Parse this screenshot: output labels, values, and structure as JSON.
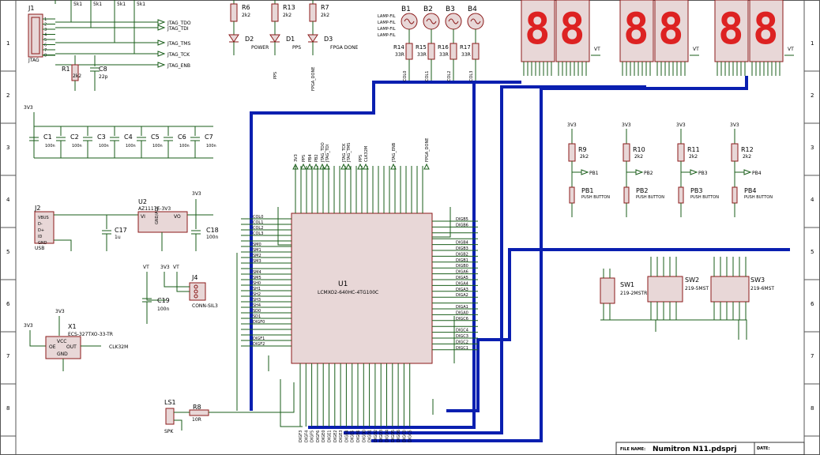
{
  "border": {
    "rows": [
      "1",
      "2",
      "3",
      "4",
      "5",
      "6",
      "7",
      "8"
    ]
  },
  "jtag": {
    "ref": "J1",
    "name": "JTAG",
    "nets": [
      "JTAG_TDO",
      "JTAG_TDI",
      "JTAG_TMS",
      "JTAG_TCK",
      "JTAG_ENB"
    ],
    "resistors": [
      {
        "ref": "5k1",
        "val": ""
      },
      {
        "ref": "5k1",
        "val": ""
      },
      {
        "ref": "5k1",
        "val": ""
      },
      {
        "ref": "5k1",
        "val": ""
      }
    ],
    "r1": {
      "ref": "R1",
      "val": "2k2"
    },
    "c8": {
      "ref": "C8",
      "val": "22p"
    },
    "pins": [
      "1",
      "2",
      "3",
      "4",
      "5",
      "6",
      "7",
      "8"
    ]
  },
  "leds": [
    {
      "r": "R6",
      "rv": "2k2",
      "d": "D2",
      "dn": "POWER"
    },
    {
      "r": "R13",
      "rv": "2k2",
      "d": "D1",
      "dn": "PPS"
    },
    {
      "r": "R7",
      "rv": "2k2",
      "d": "D3",
      "dn": "FPGA DONE"
    }
  ],
  "led_nets": {
    "pps": "PPS",
    "fpga_done": "FPGA_DONE"
  },
  "lamps": {
    "label": "LAMP-FIL",
    "bulbs": [
      "B1",
      "B2",
      "B3",
      "B4"
    ],
    "res": [
      {
        "ref": "R14",
        "val": "33R",
        "net": "COL0"
      },
      {
        "ref": "R15",
        "val": "33R",
        "net": "COL1"
      },
      {
        "ref": "R16",
        "val": "33R",
        "net": "COL2"
      },
      {
        "ref": "R17",
        "val": "33R",
        "net": "COL3"
      }
    ]
  },
  "display": {
    "digits": [
      "88",
      "88",
      "88"
    ],
    "vt": "VT"
  },
  "caps": {
    "rail": "3V3",
    "items": [
      {
        "ref": "C1",
        "val": "100n"
      },
      {
        "ref": "C2",
        "val": "100n"
      },
      {
        "ref": "C3",
        "val": "100n"
      },
      {
        "ref": "C4",
        "val": "100n"
      },
      {
        "ref": "C5",
        "val": "100n"
      },
      {
        "ref": "C6",
        "val": "100n"
      },
      {
        "ref": "C7",
        "val": "100n"
      }
    ]
  },
  "usb": {
    "ref": "J2",
    "name": "USB",
    "pins": [
      "VBUS",
      "D-",
      "D+",
      "ID",
      "GND"
    ]
  },
  "reg": {
    "ref": "U2",
    "part": "AZ1117E-3V3",
    "vi": "VI",
    "vo": "VO",
    "gnd": "GND/ADJ"
  },
  "reg_caps": {
    "c17": {
      "ref": "C17",
      "val": "1u"
    },
    "c18": {
      "ref": "C18",
      "val": "100n"
    },
    "rail": "3V3"
  },
  "conn": {
    "ref": "J4",
    "name": "CONN-SIL3",
    "c19": {
      "ref": "C19",
      "val": "100n"
    },
    "vt": "VT",
    "v3": "3V3"
  },
  "osc": {
    "ref": "X1",
    "part": "ECS-327TXO-33-TR",
    "vcc": "VCC",
    "oe": "OE",
    "out": "OUT",
    "gnd": "GND",
    "net": "CLK32M",
    "rail": "3V3"
  },
  "spk": {
    "ref": "LS1",
    "name": "SPK",
    "r": "R8",
    "rv": "10R"
  },
  "fpga": {
    "ref": "U1",
    "part": "LCMXO2-640HC-4TG100C",
    "left": [
      "COL0",
      "COL1",
      "COL2",
      "COL3",
      "",
      "SM0",
      "SM1",
      "SM2",
      "SM3",
      "",
      "SM4",
      "SM5",
      "SH0",
      "SH1",
      "SH2",
      "SH3",
      "SH4",
      "SD0",
      "SD1",
      "DIGF0",
      "",
      "",
      "DIGF1",
      "DIGF2"
    ],
    "right": [
      "DIGB5",
      "DIGB6",
      "",
      "",
      "DIGB4",
      "DIGB3",
      "DIGB2",
      "DIGB1",
      "DIGB0",
      "DIGA6",
      "DIGA5",
      "DIGA4",
      "DIGA3",
      "DIGA2",
      "",
      "DIGA1",
      "DIGA0",
      "DIGC6",
      "",
      "DIGC4",
      "DIGC3",
      "DIGC2",
      "DIGC1"
    ],
    "top": [
      "3V3",
      "PPS",
      "PB4",
      "PB2",
      "JTAG_TDO",
      "JTAG_TDI",
      "JTAG_TCK",
      "JTAG_TMS",
      "PPS",
      "CLK32M",
      "JTAG_ENB",
      "FPGA_DONE"
    ],
    "bottom": [
      "DIGF3",
      "DIGF4",
      "DIGF5",
      "DIGF6",
      "DIGE0",
      "DIGE1",
      "DIGE2",
      "DIGE3",
      "DIGE4",
      "DIGE5",
      "DIGE6",
      "DIGD0",
      "DIGD1",
      "DIGD2",
      "DIGD3",
      "DIGD4",
      "DIGD5",
      "DIGD6",
      "DIGC0",
      "DIGC5"
    ]
  },
  "buttons": [
    {
      "r": "R9",
      "rv": "2k2",
      "net": "PB1",
      "ref": "PB1",
      "name": "PUSH BUTTON"
    },
    {
      "r": "R10",
      "rv": "2k2",
      "net": "PB2",
      "ref": "PB2",
      "name": "PUSH BUTTON"
    },
    {
      "r": "R11",
      "rv": "2k2",
      "net": "PB3",
      "ref": "PB3",
      "name": "PUSH BUTTON"
    },
    {
      "r": "R12",
      "rv": "2k2",
      "net": "PB4",
      "ref": "PB4",
      "name": "PUSH BUTTON"
    }
  ],
  "rail": "3V3",
  "switches": [
    {
      "ref": "SW1",
      "part": "219-2MSTR"
    },
    {
      "ref": "SW2",
      "part": "219-5MST"
    },
    {
      "ref": "SW3",
      "part": "219-6MST"
    }
  ],
  "title_block": {
    "file_label": "FILE NAME:",
    "file": "Numitron N11.pdsprj",
    "date_label": "DATE:"
  }
}
